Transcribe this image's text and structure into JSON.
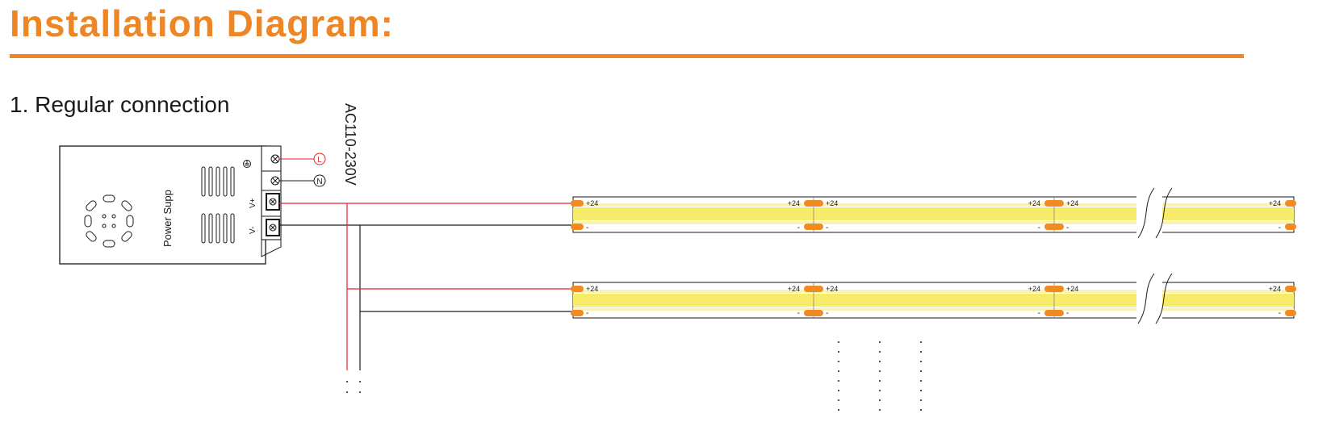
{
  "header": {
    "title": "Installation Diagram:",
    "subtitle": "1. Regular connection"
  },
  "colors": {
    "accent": "#ee8625",
    "positive_wire": "#e0262b",
    "negative_wire": "#1a1a1a",
    "strip_glow": "#f7ec6a",
    "solder_pad": "#f08a23"
  },
  "power_supply": {
    "label": "Power Supp",
    "terminal_positive": "V+",
    "terminal_negative": "V-",
    "line_label": "L",
    "neutral_label": "N",
    "input_voltage": "AC110-230V"
  },
  "strip": {
    "positive_label": "+24",
    "negative_label": "-"
  },
  "icons": {
    "ground": "ground-icon",
    "continuation": "continuation-dots-icon",
    "cut_break": "break-marks-icon"
  }
}
